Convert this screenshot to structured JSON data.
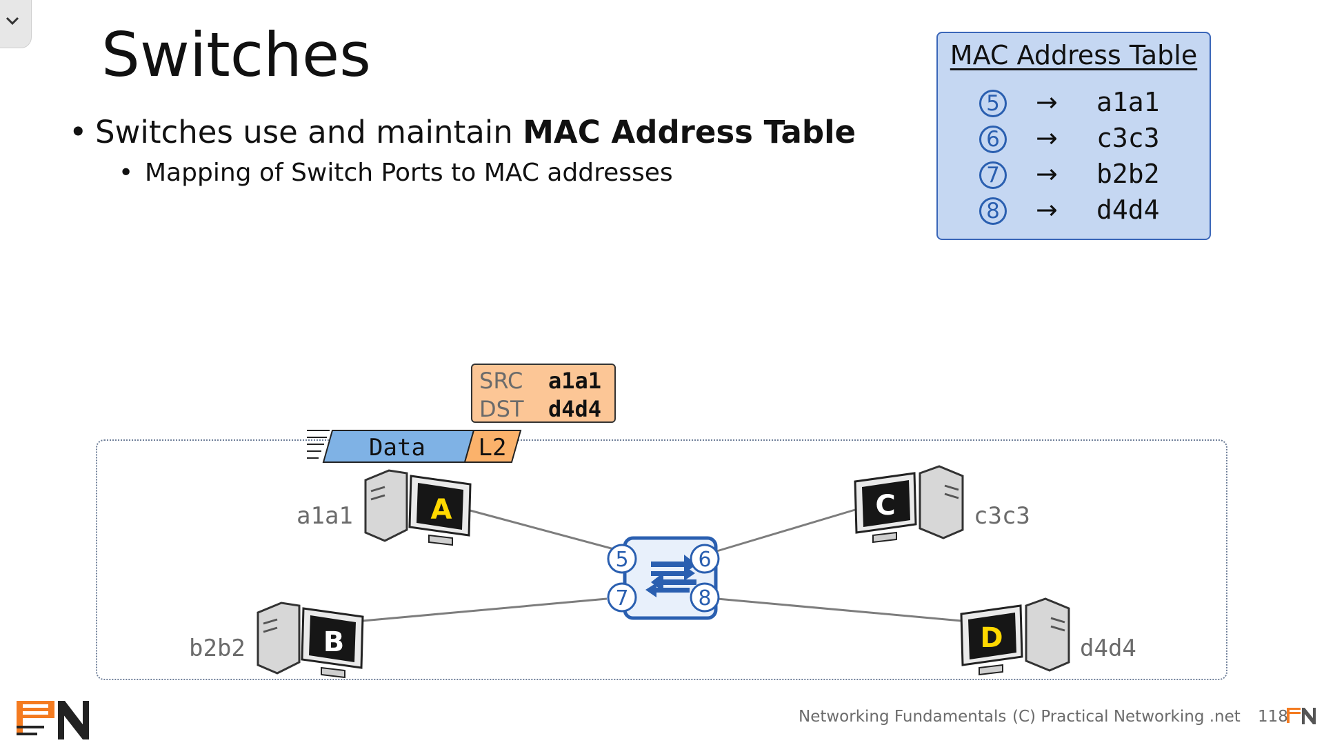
{
  "slide": {
    "title": "Switches",
    "bullet_1_prefix": "Switches use and maintain ",
    "bullet_1_bold": "MAC Address Table",
    "bullet_2": "Mapping of Switch Ports to MAC addresses",
    "bullet_symbol": "•"
  },
  "mac_table": {
    "title": "MAC Address Table",
    "arrow_symbol": "→",
    "rows": [
      {
        "port": "5",
        "mac": "a1a1"
      },
      {
        "port": "6",
        "mac": "c3c3"
      },
      {
        "port": "7",
        "mac": "b2b2"
      },
      {
        "port": "8",
        "mac": "d4d4"
      }
    ]
  },
  "frame": {
    "src_label": "SRC",
    "src_value": "a1a1",
    "dst_label": "DST",
    "dst_value": "d4d4",
    "data_label": "Data",
    "layer_label": "L2"
  },
  "hosts": [
    {
      "letter": "A",
      "mac": "a1a1"
    },
    {
      "letter": "B",
      "mac": "b2b2"
    },
    {
      "letter": "C",
      "mac": "c3c3"
    },
    {
      "letter": "D",
      "mac": "d4d4"
    }
  ],
  "switch": {
    "ports": [
      "5",
      "6",
      "7",
      "8"
    ]
  },
  "footer": {
    "course": "Networking Fundamentals",
    "copyright": "(C) Practical Networking .net",
    "page": "118"
  },
  "colors": {
    "accent_blue": "#2a5fb0",
    "table_bg": "#c5d7f2",
    "header_orange": "#fcc696",
    "data_blue": "#7fb2e5",
    "l2_orange": "#fbb26b",
    "logo_orange": "#f47b20"
  }
}
